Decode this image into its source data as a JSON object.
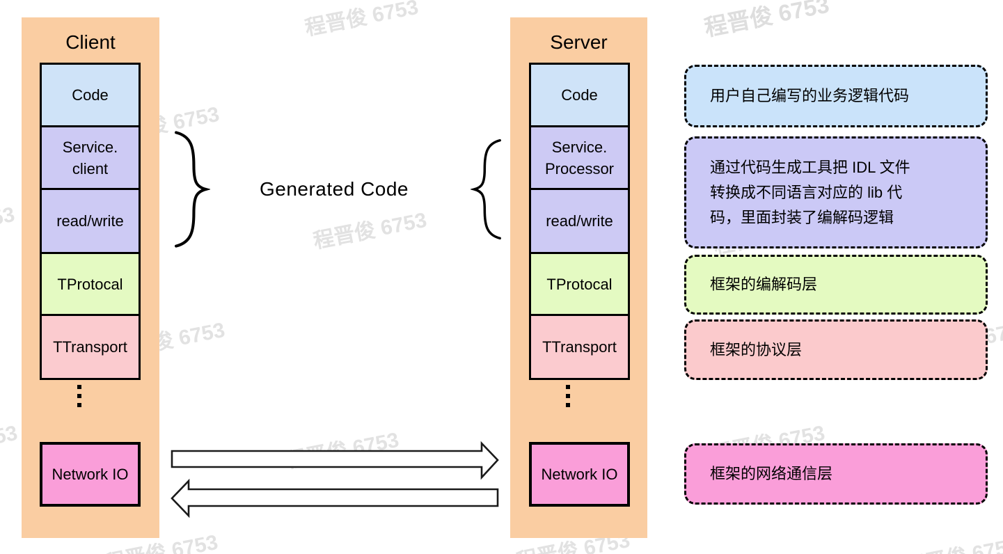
{
  "watermark": {
    "text": "程晋俊 6753"
  },
  "client": {
    "title": "Client",
    "layers": [
      {
        "label": "Code",
        "color": "#cfe3f8"
      },
      {
        "label": "Service.\nclient",
        "color": "#cdcaf4"
      },
      {
        "label": "read/write",
        "color": "#cdcaf4"
      },
      {
        "label": "TProtocal",
        "color": "#e4fac2"
      },
      {
        "label": "TTransport",
        "color": "#fbcbcf"
      }
    ],
    "ellipsis": "⋮",
    "network_label": "Network IO"
  },
  "server": {
    "title": "Server",
    "layers": [
      {
        "label": "Code",
        "color": "#cfe3f8"
      },
      {
        "label": "Service.\nProcessor",
        "color": "#cdcaf4"
      },
      {
        "label": "read/write",
        "color": "#cdcaf4"
      },
      {
        "label": "TProtocal",
        "color": "#e4fac2"
      },
      {
        "label": "TTransport",
        "color": "#fbcbcf"
      }
    ],
    "ellipsis": "⋮",
    "network_label": "Network IO"
  },
  "center": {
    "generated_code_label": "Generated Code"
  },
  "annotations": [
    {
      "text": "用户自己编写的业务逻辑代码",
      "color": "#cae3fa"
    },
    {
      "text": "通过代码生成工具把 IDL 文件\n转换成不同语言对应的 lib 代\n码，里面封装了编解码逻辑",
      "color": "#cbc9f6"
    },
    {
      "text": "框架的编解码层",
      "color": "#e4fac1"
    },
    {
      "text": "框架的协议层",
      "color": "#fbcacc"
    },
    {
      "text": "框架的网络通信层",
      "color": "#fa9ed9"
    }
  ],
  "colors": {
    "column_bg": "#facda2",
    "network_box": "#fa9ed9",
    "box_border": "#000000",
    "arrow_fill": "#ffffff",
    "arrow_stroke": "#1a1a1a",
    "watermark_gray": "#e2e2e2"
  }
}
